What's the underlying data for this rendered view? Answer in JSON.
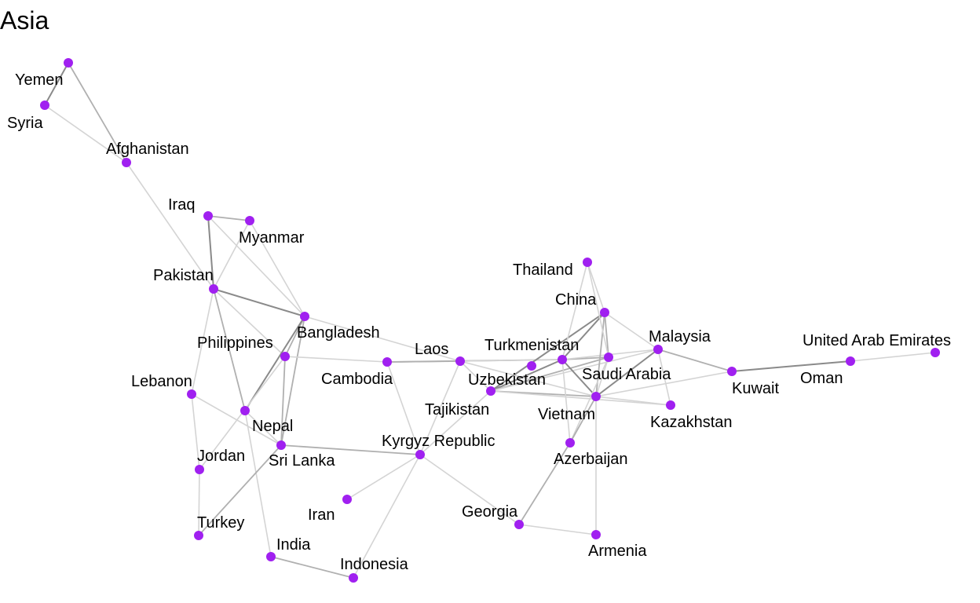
{
  "title": "Asia",
  "colors": {
    "node": "#a020f0",
    "edge_light": "#cccccc",
    "edge_dark": "#888888",
    "text": "#000000"
  },
  "chart_data": {
    "type": "network",
    "nodes": [
      {
        "id": "Yemen",
        "label": "Yemen"
      },
      {
        "id": "Syria",
        "label": "Syria"
      },
      {
        "id": "Afghanistan",
        "label": "Afghanistan"
      },
      {
        "id": "Iraq",
        "label": "Iraq"
      },
      {
        "id": "Myanmar",
        "label": "Myanmar"
      },
      {
        "id": "Pakistan",
        "label": "Pakistan"
      },
      {
        "id": "Bangladesh",
        "label": "Bangladesh"
      },
      {
        "id": "Philippines",
        "label": "Philippines"
      },
      {
        "id": "Lebanon",
        "label": "Lebanon"
      },
      {
        "id": "Nepal",
        "label": "Nepal"
      },
      {
        "id": "Jordan",
        "label": "Jordan"
      },
      {
        "id": "Sri Lanka",
        "label": "Sri Lanka"
      },
      {
        "id": "Turkey",
        "label": "Turkey"
      },
      {
        "id": "India",
        "label": "India"
      },
      {
        "id": "Iran",
        "label": "Iran"
      },
      {
        "id": "Indonesia",
        "label": "Indonesia"
      },
      {
        "id": "Cambodia",
        "label": "Cambodia"
      },
      {
        "id": "Laos",
        "label": "Laos"
      },
      {
        "id": "Kyrgyz Republic",
        "label": "Kyrgyz Republic"
      },
      {
        "id": "Tajikistan",
        "label": "Tajikistan"
      },
      {
        "id": "Uzbekistan",
        "label": "Uzbekistan"
      },
      {
        "id": "Turkmenistan",
        "label": "Turkmenistan"
      },
      {
        "id": "Thailand",
        "label": "Thailand"
      },
      {
        "id": "China",
        "label": "China"
      },
      {
        "id": "Saudi Arabia",
        "label": "Saudi Arabia"
      },
      {
        "id": "Vietnam",
        "label": "Vietnam"
      },
      {
        "id": "Azerbaijan",
        "label": "Azerbaijan"
      },
      {
        "id": "Georgia",
        "label": "Georgia"
      },
      {
        "id": "Armenia",
        "label": "Armenia"
      },
      {
        "id": "Malaysia",
        "label": "Malaysia"
      },
      {
        "id": "Kazakhstan",
        "label": "Kazakhstan"
      },
      {
        "id": "Kuwait",
        "label": "Kuwait"
      },
      {
        "id": "Oman",
        "label": "Oman"
      },
      {
        "id": "United Arab Emirates",
        "label": "United Arab Emirates"
      }
    ],
    "edges": [
      {
        "source": "Yemen",
        "target": "Syria",
        "strength": "dark"
      },
      {
        "source": "Yemen",
        "target": "Afghanistan",
        "strength": "medium"
      },
      {
        "source": "Syria",
        "target": "Afghanistan",
        "strength": "light"
      },
      {
        "source": "Afghanistan",
        "target": "Pakistan",
        "strength": "light"
      },
      {
        "source": "Iraq",
        "target": "Myanmar",
        "strength": "medium"
      },
      {
        "source": "Iraq",
        "target": "Pakistan",
        "strength": "dark"
      },
      {
        "source": "Iraq",
        "target": "Bangladesh",
        "strength": "light"
      },
      {
        "source": "Myanmar",
        "target": "Pakistan",
        "strength": "light"
      },
      {
        "source": "Myanmar",
        "target": "Bangladesh",
        "strength": "light"
      },
      {
        "source": "Pakistan",
        "target": "Bangladesh",
        "strength": "dark"
      },
      {
        "source": "Pakistan",
        "target": "Lebanon",
        "strength": "light"
      },
      {
        "source": "Pakistan",
        "target": "Nepal",
        "strength": "medium"
      },
      {
        "source": "Pakistan",
        "target": "Philippines",
        "strength": "light"
      },
      {
        "source": "Bangladesh",
        "target": "Philippines",
        "strength": "medium"
      },
      {
        "source": "Bangladesh",
        "target": "Nepal",
        "strength": "dark"
      },
      {
        "source": "Bangladesh",
        "target": "Sri Lanka",
        "strength": "medium"
      },
      {
        "source": "Bangladesh",
        "target": "Laos",
        "strength": "light"
      },
      {
        "source": "Philippines",
        "target": "Sri Lanka",
        "strength": "medium"
      },
      {
        "source": "Philippines",
        "target": "Cambodia",
        "strength": "light"
      },
      {
        "source": "Philippines",
        "target": "Jordan",
        "strength": "light"
      },
      {
        "source": "Lebanon",
        "target": "Jordan",
        "strength": "light"
      },
      {
        "source": "Lebanon",
        "target": "Sri Lanka",
        "strength": "light"
      },
      {
        "source": "Nepal",
        "target": "India",
        "strength": "light"
      },
      {
        "source": "Nepal",
        "target": "Sri Lanka",
        "strength": "light"
      },
      {
        "source": "Jordan",
        "target": "Turkey",
        "strength": "light"
      },
      {
        "source": "Sri Lanka",
        "target": "Turkey",
        "strength": "medium"
      },
      {
        "source": "Sri Lanka",
        "target": "Kyrgyz Republic",
        "strength": "medium"
      },
      {
        "source": "India",
        "target": "Indonesia",
        "strength": "medium"
      },
      {
        "source": "Iran",
        "target": "Kyrgyz Republic",
        "strength": "light"
      },
      {
        "source": "Indonesia",
        "target": "Kyrgyz Republic",
        "strength": "light"
      },
      {
        "source": "Kyrgyz Republic",
        "target": "Cambodia",
        "strength": "light"
      },
      {
        "source": "Kyrgyz Republic",
        "target": "Laos",
        "strength": "light"
      },
      {
        "source": "Kyrgyz Republic",
        "target": "Uzbekistan",
        "strength": "light"
      },
      {
        "source": "Cambodia",
        "target": "Laos",
        "strength": "medium"
      },
      {
        "source": "Cambodia",
        "target": "Turkmenistan",
        "strength": "medium"
      },
      {
        "source": "Laos",
        "target": "Uzbekistan",
        "strength": "light"
      },
      {
        "source": "Laos",
        "target": "Vietnam",
        "strength": "light"
      },
      {
        "source": "Laos",
        "target": "Turkmenistan",
        "strength": "light"
      },
      {
        "source": "Uzbekistan",
        "target": "Turkmenistan",
        "strength": "dark"
      },
      {
        "source": "Uzbekistan",
        "target": "China",
        "strength": "dark"
      },
      {
        "source": "Uzbekistan",
        "target": "Saudi Arabia",
        "strength": "medium"
      },
      {
        "source": "Uzbekistan",
        "target": "Vietnam",
        "strength": "medium"
      },
      {
        "source": "Uzbekistan",
        "target": "Malaysia",
        "strength": "light"
      },
      {
        "source": "Uzbekistan",
        "target": "Kazakhstan",
        "strength": "light"
      },
      {
        "source": "Turkmenistan",
        "target": "China",
        "strength": "dark"
      },
      {
        "source": "Turkmenistan",
        "target": "Thailand",
        "strength": "light"
      },
      {
        "source": "Turkmenistan",
        "target": "Saudi Arabia",
        "strength": "medium"
      },
      {
        "source": "Turkmenistan",
        "target": "Vietnam",
        "strength": "dark"
      },
      {
        "source": "Turkmenistan",
        "target": "Azerbaijan",
        "strength": "light"
      },
      {
        "source": "Turkmenistan",
        "target": "Malaysia",
        "strength": "light"
      },
      {
        "source": "China",
        "target": "Thailand",
        "strength": "light"
      },
      {
        "source": "China",
        "target": "Saudi Arabia",
        "strength": "medium"
      },
      {
        "source": "China",
        "target": "Vietnam",
        "strength": "medium"
      },
      {
        "source": "China",
        "target": "Malaysia",
        "strength": "light"
      },
      {
        "source": "Thailand",
        "target": "Saudi Arabia",
        "strength": "light"
      },
      {
        "source": "Saudi Arabia",
        "target": "Vietnam",
        "strength": "light"
      },
      {
        "source": "Saudi Arabia",
        "target": "Azerbaijan",
        "strength": "light"
      },
      {
        "source": "Vietnam",
        "target": "Malaysia",
        "strength": "dark"
      },
      {
        "source": "Vietnam",
        "target": "Kazakhstan",
        "strength": "light"
      },
      {
        "source": "Vietnam",
        "target": "Azerbaijan",
        "strength": "medium"
      },
      {
        "source": "Vietnam",
        "target": "Armenia",
        "strength": "light"
      },
      {
        "source": "Vietnam",
        "target": "Kuwait",
        "strength": "light"
      },
      {
        "source": "Azerbaijan",
        "target": "Georgia",
        "strength": "medium"
      },
      {
        "source": "Georgia",
        "target": "Armenia",
        "strength": "light"
      },
      {
        "source": "Georgia",
        "target": "Kyrgyz Republic",
        "strength": "light"
      },
      {
        "source": "Malaysia",
        "target": "Kazakhstan",
        "strength": "light"
      },
      {
        "source": "Malaysia",
        "target": "Kuwait",
        "strength": "medium"
      },
      {
        "source": "Kuwait",
        "target": "Oman",
        "strength": "dark"
      },
      {
        "source": "Oman",
        "target": "United Arab Emirates",
        "strength": "light"
      }
    ]
  }
}
